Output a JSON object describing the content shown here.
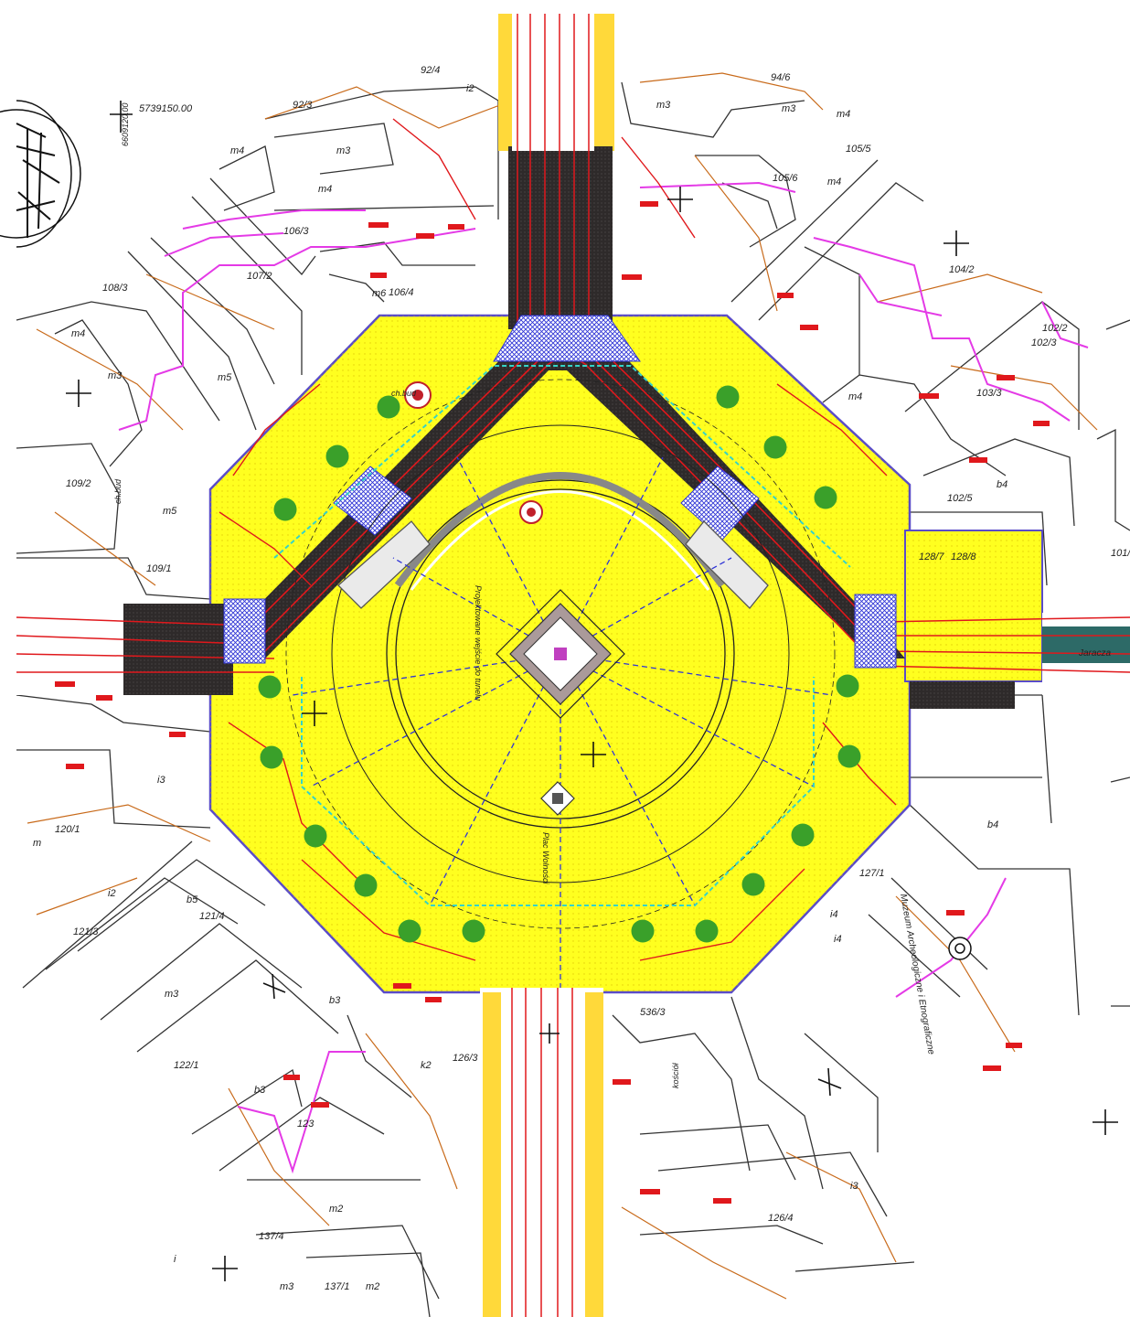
{
  "colors": {
    "plaza_fill": "#ffff1f",
    "road_asphalt": "#2e2a2a",
    "paving_blue": "#2f34d6",
    "tree_green": "#3aa02a",
    "utility_red": "#e0181c",
    "utility_magenta": "#e43ae6",
    "utility_orange": "#c86a1a",
    "boundary_cyan": "#35d3c8",
    "parcel_line": "#333333"
  },
  "coordinates": {
    "north": "5739150.00",
    "east": "6609120.00"
  },
  "parcels": {
    "top_92_4": "92/4",
    "top_92_3": "92/3",
    "top_94_6": "94/6",
    "right_105_5": "105/5",
    "right_105_6": "105/6",
    "left_106_3": "106/3",
    "left_107_2": "107/2",
    "left_106_4": "106/4",
    "left_108_3": "108/3",
    "left_109_2": "109/2",
    "left_109_1": "109/1",
    "right_104_2": "104/2",
    "right_102_3": "102/3",
    "right_102_2": "102/2",
    "right_103_3": "103/3",
    "right_102_5": "102/5",
    "right_101": "101/",
    "right_128_7": "128/7",
    "right_128_8": "128/8",
    "right_127_1": "127/1",
    "left_120_1": "120/1",
    "left_121_4": "121/4",
    "left_121_3": "121/3",
    "left_122_1": "122/1",
    "bottom_123": "123",
    "bottom_126_3": "126/3",
    "bottom_536_3": "536/3",
    "bottom_126_4": "126/4",
    "bottom_137_4": "137/4",
    "bottom_137_1": "137/1"
  },
  "zones": {
    "m3": "m3",
    "m4": "m4",
    "m5": "m5",
    "m6": "m6",
    "m2": "m2",
    "i2": "i2",
    "i3": "i3",
    "b3": "b3",
    "b4": "b4",
    "b5": "b5",
    "k2": "k2",
    "i4": "i4",
    "i": "i",
    "m": "m"
  },
  "notes": {
    "ch_bud_1": "ch.bud",
    "ch_bud_2": "ch.bud",
    "museum": "Muzeum Archeologiczne i Etnograficzne",
    "plac_wolnosci": "Plac Wolności",
    "jaracza": "Jaracza",
    "kosciol": "kościół",
    "projected_label": "Projektowane wejście do tunelu"
  },
  "trees": [
    {
      "id": "t1"
    },
    {
      "id": "t2"
    },
    {
      "id": "t3"
    },
    {
      "id": "t4"
    },
    {
      "id": "t5"
    },
    {
      "id": "t6"
    },
    {
      "id": "t7"
    },
    {
      "id": "t8"
    },
    {
      "id": "t9"
    },
    {
      "id": "t10"
    },
    {
      "id": "t11"
    },
    {
      "id": "t12"
    },
    {
      "id": "t13"
    },
    {
      "id": "t14"
    },
    {
      "id": "t15"
    },
    {
      "id": "t16"
    },
    {
      "id": "t17"
    },
    {
      "id": "t18"
    },
    {
      "id": "t19"
    },
    {
      "id": "t20"
    }
  ]
}
